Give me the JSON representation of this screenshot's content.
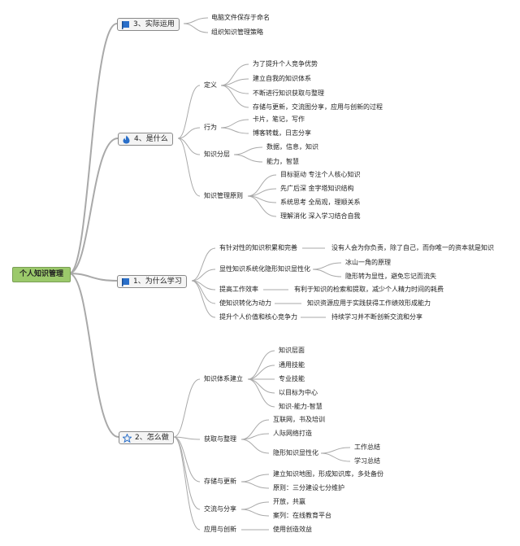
{
  "root": "个人知识管理",
  "branches": [
    {
      "id": "b3",
      "label": "3、实际运用",
      "icon": "flag-icon",
      "children": [
        "电脑文件保存于命名",
        "组织知识管理策略"
      ]
    },
    {
      "id": "b4",
      "label": "4、是什么",
      "icon": "fire-icon",
      "groups": [
        {
          "label": "定义",
          "items": [
            "为了提升个人竞争优势",
            "建立自我的知识体系",
            "不断进行知识获取与整理",
            "存储与更新，交流图分享，应用与创新的过程"
          ]
        },
        {
          "label": "行为",
          "items": [
            "卡片，笔记，写作",
            "博客转载，日志分享"
          ]
        },
        {
          "label": "知识分层",
          "items": [
            "数据，信息，知识",
            "能力，智慧"
          ]
        },
        {
          "label": "知识管理原则",
          "items": [
            "目标驱动  专注个人核心知识",
            "先广后深  金字塔知识结构",
            "系统思考  全局观，理顺关系",
            "理解消化  深入学习结合自我"
          ]
        }
      ]
    },
    {
      "id": "b1",
      "label": "1、为什么学习",
      "icon": "flag-icon",
      "groups": [
        {
          "label": "有针对性的知识积累和完善",
          "items": [
            "没有人会为你负责，除了自己，而你唯一的资本就是知识"
          ]
        },
        {
          "label": "显性知识系统化隐形知识显性化",
          "items": [
            "冰山一角的原理",
            "隐形转为显性，避免忘记而流失"
          ]
        },
        {
          "label": "提高工作效率",
          "items": [
            "有利于知识的检索和提取，减少个人精力时间的耗费"
          ]
        },
        {
          "label": "使知识转化为动力",
          "items": [
            "知识资源应用于实践获得工作绩效形成能力"
          ]
        },
        {
          "label": "提升个人价值和核心竞争力",
          "items": [
            "持续学习并不断创新交流和分享"
          ]
        }
      ]
    },
    {
      "id": "b2",
      "label": "2、怎么做",
      "icon": "star-icon",
      "groups": [
        {
          "label": "知识体系建立",
          "items": [
            "知识层面",
            "通用技能",
            "专业技能",
            "以目标为中心",
            "知识-能力-智慧"
          ]
        },
        {
          "label": "获取与整理",
          "items": [
            "互联网，书及培训",
            "人际网络打造",
            "隐形知识显性化"
          ],
          "sub": [
            "工作总结",
            "学习总结"
          ]
        },
        {
          "label": "存储与更新",
          "items": [
            "建立知识地图，形成知识库，多处备份",
            "原则：三分建设七分维护"
          ]
        },
        {
          "label": "交流与分享",
          "items": [
            "开放，共赢",
            "案列：在线教育平台"
          ]
        },
        {
          "label": "应用与创新",
          "items": [
            "使用创造效益"
          ]
        }
      ]
    }
  ]
}
